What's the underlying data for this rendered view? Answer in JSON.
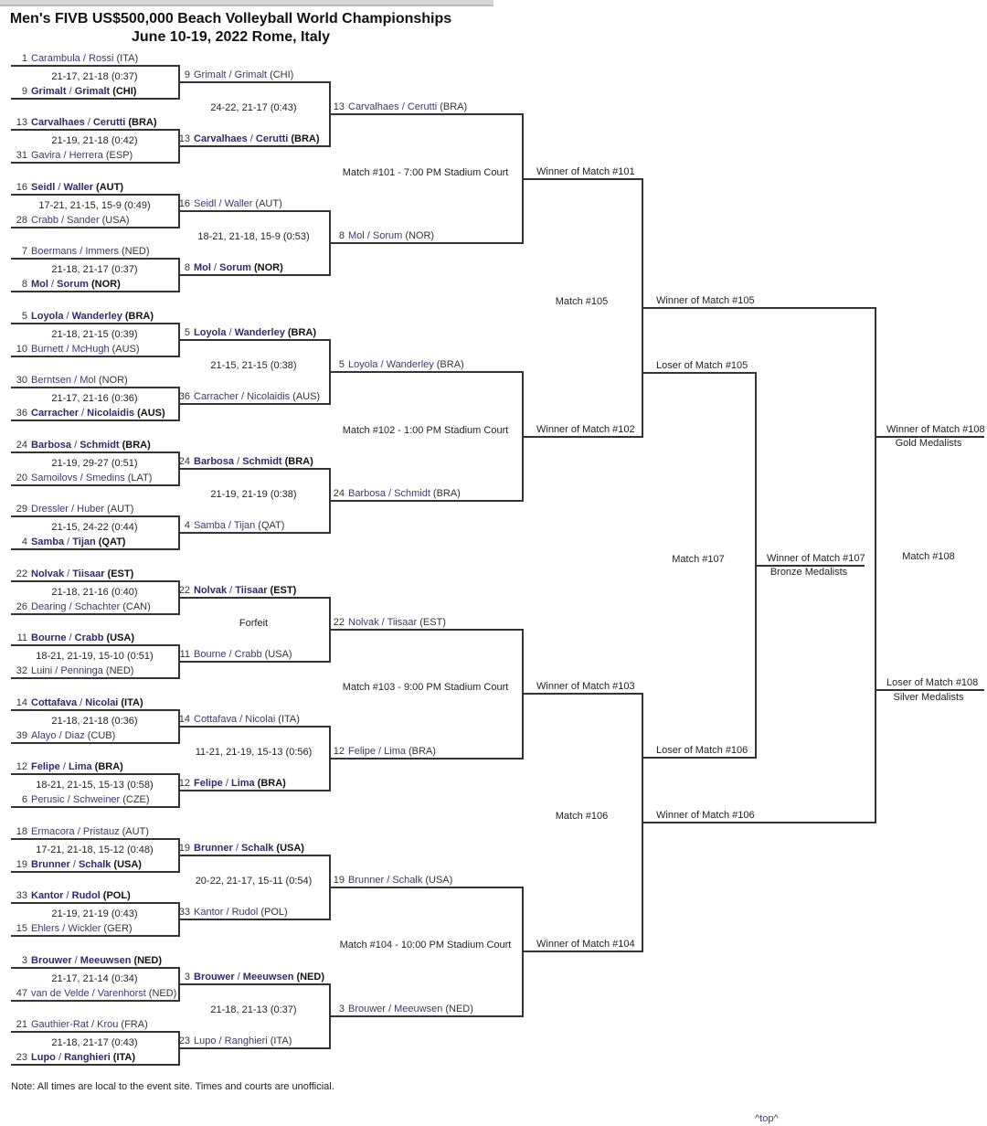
{
  "title": {
    "line1": "Men's FIVB US$500,000 Beach Volleyball World Championships",
    "line2": "June 10-19, 2022 Rome, Italy"
  },
  "round1": [
    {
      "score": "21-17, 21-18 (0:37)",
      "winner": 1,
      "teams": [
        {
          "seed": "1",
          "players": [
            "Carambula",
            "Rossi"
          ],
          "country": "(ITA)"
        },
        {
          "seed": "9",
          "players": [
            "Grimalt",
            "Grimalt"
          ],
          "country": "(CHI)"
        }
      ]
    },
    {
      "score": "21-19, 21-18 (0:42)",
      "winner": 0,
      "teams": [
        {
          "seed": "13",
          "players": [
            "Carvalhaes",
            "Cerutti"
          ],
          "country": "(BRA)"
        },
        {
          "seed": "31",
          "players": [
            "Gavira",
            "Herrera"
          ],
          "country": "(ESP)"
        }
      ]
    },
    {
      "score": "17-21, 21-15, 15-9 (0:49)",
      "winner": 0,
      "teams": [
        {
          "seed": "16",
          "players": [
            "Seidl",
            "Waller"
          ],
          "country": "(AUT)"
        },
        {
          "seed": "28",
          "players": [
            "Crabb",
            "Sander"
          ],
          "country": "(USA)"
        }
      ]
    },
    {
      "score": "21-18, 21-17 (0:37)",
      "winner": 1,
      "teams": [
        {
          "seed": "7",
          "players": [
            "Boermans",
            "Immers"
          ],
          "country": "(NED)"
        },
        {
          "seed": "8",
          "players": [
            "Mol",
            "Sorum"
          ],
          "country": "(NOR)"
        }
      ]
    },
    {
      "score": "21-18, 21-15 (0:39)",
      "winner": 0,
      "teams": [
        {
          "seed": "5",
          "players": [
            "Loyola",
            "Wanderley"
          ],
          "country": "(BRA)"
        },
        {
          "seed": "10",
          "players": [
            "Burnett",
            "McHugh"
          ],
          "country": "(AUS)"
        }
      ]
    },
    {
      "score": "21-17, 21-16 (0:36)",
      "winner": 1,
      "teams": [
        {
          "seed": "30",
          "players": [
            "Berntsen",
            "Mol"
          ],
          "country": "(NOR)"
        },
        {
          "seed": "36",
          "players": [
            "Carracher",
            "Nicolaidis"
          ],
          "country": "(AUS)"
        }
      ]
    },
    {
      "score": "21-19, 29-27 (0:51)",
      "winner": 0,
      "teams": [
        {
          "seed": "24",
          "players": [
            "Barbosa",
            "Schmidt"
          ],
          "country": "(BRA)"
        },
        {
          "seed": "20",
          "players": [
            "Samoilovs",
            "Smedins"
          ],
          "country": "(LAT)"
        }
      ]
    },
    {
      "score": "21-15, 24-22 (0:44)",
      "winner": 1,
      "teams": [
        {
          "seed": "29",
          "players": [
            "Dressler",
            "Huber"
          ],
          "country": "(AUT)"
        },
        {
          "seed": "4",
          "players": [
            "Samba",
            "Tijan"
          ],
          "country": "(QAT)"
        }
      ]
    },
    {
      "score": "21-18, 21-16 (0:40)",
      "winner": 0,
      "teams": [
        {
          "seed": "22",
          "players": [
            "Nolvak",
            "Tiisaar"
          ],
          "country": "(EST)"
        },
        {
          "seed": "26",
          "players": [
            "Dearing",
            "Schachter"
          ],
          "country": "(CAN)"
        }
      ]
    },
    {
      "score": "18-21, 21-19, 15-10 (0:51)",
      "winner": 0,
      "teams": [
        {
          "seed": "11",
          "players": [
            "Bourne",
            "Crabb"
          ],
          "country": "(USA)"
        },
        {
          "seed": "32",
          "players": [
            "Luini",
            "Penninga"
          ],
          "country": "(NED)"
        }
      ]
    },
    {
      "score": "21-18, 21-18 (0:36)",
      "winner": 0,
      "teams": [
        {
          "seed": "14",
          "players": [
            "Cottafava",
            "Nicolai"
          ],
          "country": "(ITA)"
        },
        {
          "seed": "39",
          "players": [
            "Alayo",
            "Diaz"
          ],
          "country": "(CUB)"
        }
      ]
    },
    {
      "score": "18-21, 21-15, 15-13 (0:58)",
      "winner": 0,
      "teams": [
        {
          "seed": "12",
          "players": [
            "Felipe",
            "Lima"
          ],
          "country": "(BRA)"
        },
        {
          "seed": "6",
          "players": [
            "Perusic",
            "Schweiner"
          ],
          "country": "(CZE)"
        }
      ]
    },
    {
      "score": "17-21, 21-18, 15-12 (0:48)",
      "winner": 1,
      "teams": [
        {
          "seed": "18",
          "players": [
            "Ermacora",
            "Pristauz"
          ],
          "country": "(AUT)"
        },
        {
          "seed": "19",
          "players": [
            "Brunner",
            "Schalk"
          ],
          "country": "(USA)"
        }
      ]
    },
    {
      "score": "21-19, 21-19 (0:43)",
      "winner": 0,
      "teams": [
        {
          "seed": "33",
          "players": [
            "Kantor",
            "Rudol"
          ],
          "country": "(POL)"
        },
        {
          "seed": "15",
          "players": [
            "Ehlers",
            "Wickler"
          ],
          "country": "(GER)"
        }
      ]
    },
    {
      "score": "21-17, 21-14 (0:34)",
      "winner": 0,
      "teams": [
        {
          "seed": "3",
          "players": [
            "Brouwer",
            "Meeuwsen"
          ],
          "country": "(NED)"
        },
        {
          "seed": "47",
          "players": [
            "van de Velde",
            "Varenhorst"
          ],
          "country": "(NED)"
        }
      ]
    },
    {
      "score": "21-18, 21-17 (0:43)",
      "winner": 1,
      "teams": [
        {
          "seed": "21",
          "players": [
            "Gauthier-Rat",
            "Krou"
          ],
          "country": "(FRA)"
        },
        {
          "seed": "23",
          "players": [
            "Lupo",
            "Ranghieri"
          ],
          "country": "(ITA)"
        }
      ]
    }
  ],
  "round2": [
    {
      "score": "24-22, 21-17 (0:43)",
      "winner": 1,
      "teams": [
        {
          "seed": "9",
          "players": [
            "Grimalt",
            "Grimalt"
          ],
          "country": "(CHI)"
        },
        {
          "seed": "13",
          "players": [
            "Carvalhaes",
            "Cerutti"
          ],
          "country": "(BRA)"
        }
      ]
    },
    {
      "score": "18-21, 21-18, 15-9 (0:53)",
      "winner": 1,
      "teams": [
        {
          "seed": "16",
          "players": [
            "Seidl",
            "Waller"
          ],
          "country": "(AUT)"
        },
        {
          "seed": "8",
          "players": [
            "Mol",
            "Sorum"
          ],
          "country": "(NOR)"
        }
      ]
    },
    {
      "score": "21-15, 21-15 (0:38)",
      "winner": 0,
      "teams": [
        {
          "seed": "5",
          "players": [
            "Loyola",
            "Wanderley"
          ],
          "country": "(BRA)"
        },
        {
          "seed": "36",
          "players": [
            "Carracher",
            "Nicolaidis"
          ],
          "country": "(AUS)"
        }
      ]
    },
    {
      "score": "21-19, 21-19 (0:38)",
      "winner": 0,
      "teams": [
        {
          "seed": "24",
          "players": [
            "Barbosa",
            "Schmidt"
          ],
          "country": "(BRA)"
        },
        {
          "seed": "4",
          "players": [
            "Samba",
            "Tijan"
          ],
          "country": "(QAT)"
        }
      ]
    },
    {
      "score": "Forfeit",
      "winner": 0,
      "teams": [
        {
          "seed": "22",
          "players": [
            "Nolvak",
            "Tiisaar"
          ],
          "country": "(EST)"
        },
        {
          "seed": "11",
          "players": [
            "Bourne",
            "Crabb"
          ],
          "country": "(USA)"
        }
      ]
    },
    {
      "score": "11-21, 21-19, 15-13 (0:56)",
      "winner": 1,
      "teams": [
        {
          "seed": "14",
          "players": [
            "Cottafava",
            "Nicolai"
          ],
          "country": "(ITA)"
        },
        {
          "seed": "12",
          "players": [
            "Felipe",
            "Lima"
          ],
          "country": "(BRA)"
        }
      ]
    },
    {
      "score": "20-22, 21-17, 15-11 (0:54)",
      "winner": 0,
      "teams": [
        {
          "seed": "19",
          "players": [
            "Brunner",
            "Schalk"
          ],
          "country": "(USA)"
        },
        {
          "seed": "33",
          "players": [
            "Kantor",
            "Rudol"
          ],
          "country": "(POL)"
        }
      ]
    },
    {
      "score": "21-18, 21-13 (0:37)",
      "winner": 0,
      "teams": [
        {
          "seed": "3",
          "players": [
            "Brouwer",
            "Meeuwsen"
          ],
          "country": "(NED)"
        },
        {
          "seed": "23",
          "players": [
            "Lupo",
            "Ranghieri"
          ],
          "country": "(ITA)"
        }
      ]
    }
  ],
  "round3": [
    {
      "score": "Match #101 - 7:00 PM Stadium Court",
      "winner": null,
      "teams": [
        {
          "seed": "13",
          "players": [
            "Carvalhaes",
            "Cerutti"
          ],
          "country": "(BRA)"
        },
        {
          "seed": "8",
          "players": [
            "Mol",
            "Sorum"
          ],
          "country": "(NOR)"
        }
      ]
    },
    {
      "score": "Match #102 - 1:00 PM Stadium Court",
      "winner": null,
      "teams": [
        {
          "seed": "5",
          "players": [
            "Loyola",
            "Wanderley"
          ],
          "country": "(BRA)"
        },
        {
          "seed": "24",
          "players": [
            "Barbosa",
            "Schmidt"
          ],
          "country": "(BRA)"
        }
      ]
    },
    {
      "score": "Match #103 - 9:00 PM Stadium Court",
      "winner": null,
      "teams": [
        {
          "seed": "22",
          "players": [
            "Nolvak",
            "Tiisaar"
          ],
          "country": "(EST)"
        },
        {
          "seed": "12",
          "players": [
            "Felipe",
            "Lima"
          ],
          "country": "(BRA)"
        }
      ]
    },
    {
      "score": "Match #104 - 10:00 PM Stadium Court",
      "winner": null,
      "teams": [
        {
          "seed": "19",
          "players": [
            "Brunner",
            "Schalk"
          ],
          "country": "(USA)"
        },
        {
          "seed": "3",
          "players": [
            "Brouwer",
            "Meeuwsen"
          ],
          "country": "(NED)"
        }
      ]
    }
  ],
  "round4": [
    "Winner of Match #101",
    "Winner of Match #102",
    "Winner of Match #103",
    "Winner of Match #104"
  ],
  "semifinals": [
    {
      "label": "Match #105",
      "winner": "Winner of Match #105",
      "loser": "Loser of Match #105"
    },
    {
      "label": "Match #106",
      "winner": "Winner of Match #106",
      "loser": "Loser of Match #106"
    }
  ],
  "bronze": {
    "label": "Match #107",
    "winner": "Winner of Match #107",
    "medal": "Bronze Medalists"
  },
  "final": {
    "label": "Match #108",
    "winner": "Winner of Match #108",
    "gold": "Gold Medalists",
    "loser": "Loser of Match #108",
    "silver": "Silver Medalists"
  },
  "note": "Note: All times are local to the event site. Times and courts are unofficial.",
  "top_link": "^top^"
}
